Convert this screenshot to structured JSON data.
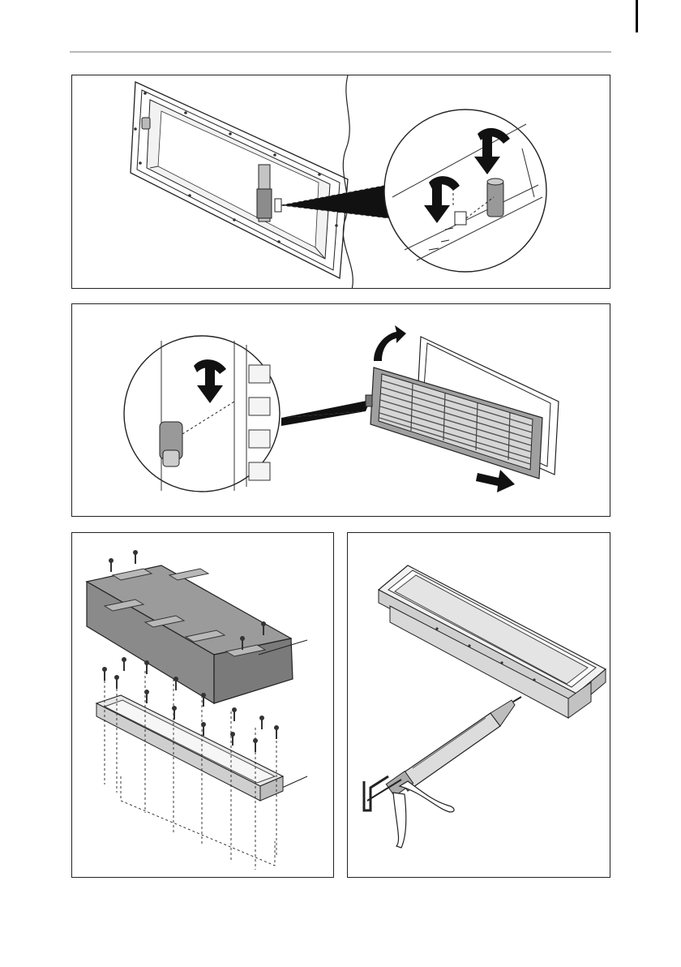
{
  "page": {
    "figures": [
      {
        "id": "p1",
        "icons": [
          "vent-frame-icon",
          "clip-detail-icon",
          "press-arrow-icon"
        ]
      },
      {
        "id": "p2",
        "icons": [
          "vent-grille-icon",
          "latch-detail-icon",
          "lift-arrow-icon",
          "slide-arrow-icon"
        ]
      },
      {
        "id": "p3",
        "icons": [
          "cover-plate-icon",
          "screw-icon",
          "mounting-frame-icon"
        ]
      },
      {
        "id": "p4",
        "icons": [
          "mounting-frame-icon",
          "caulking-gun-icon"
        ]
      }
    ],
    "colors": {
      "line": "#222222",
      "part_fill": "#9a9a9a",
      "detail_fill": "#cfcfcf"
    }
  }
}
